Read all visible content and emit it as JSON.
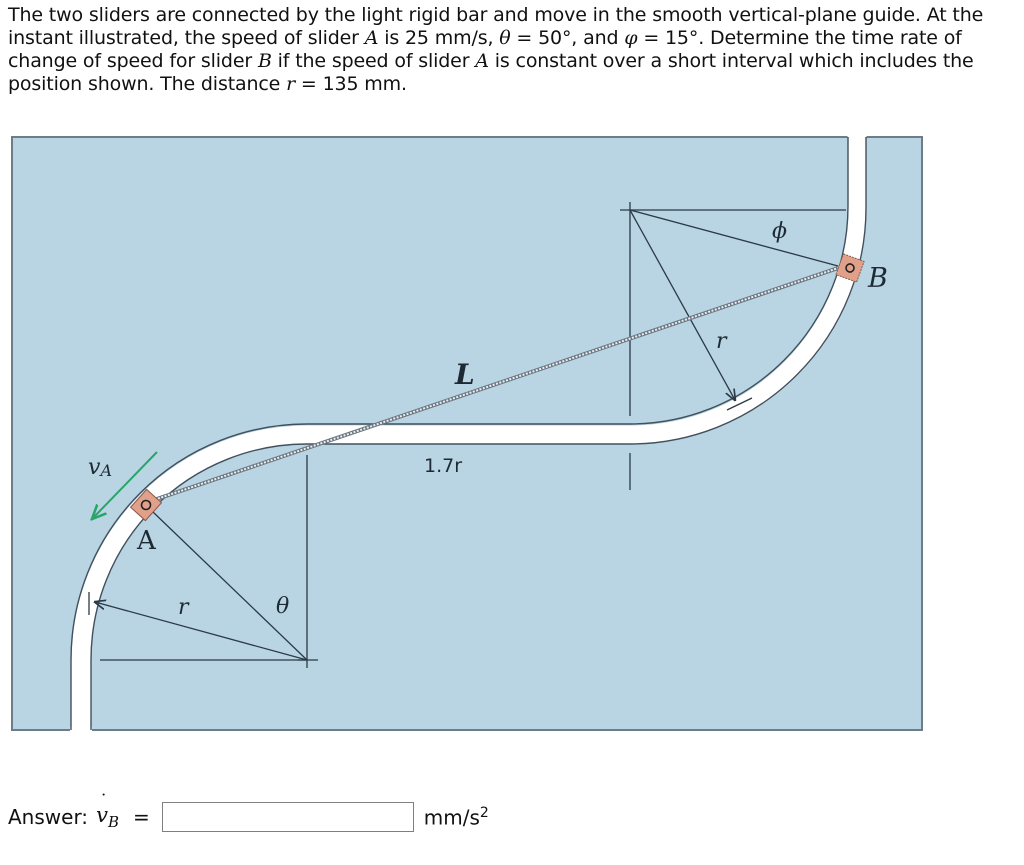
{
  "problem": {
    "text_part1": "The two sliders are connected by the light rigid bar and move in the smooth vertical-plane guide. At the instant illustrated, the speed of slider ",
    "slider_a": "A",
    "text_part2": " is 25 mm/s, ",
    "theta_symbol": "θ",
    "text_part3": " = 50°, and ",
    "phi_symbol": "φ",
    "text_part4": " = 15°. Determine the time rate of change of speed for slider ",
    "slider_b": "B",
    "text_part5": " if the speed of slider ",
    "slider_a2": "A",
    "text_part6": " is constant over a short interval which includes the position shown. The distance ",
    "r_symbol": "r",
    "text_part7": " = 135 mm.",
    "given": {
      "speed_A": "25 mm/s",
      "theta": "50°",
      "phi": "15°",
      "r": "135 mm"
    }
  },
  "diagram": {
    "background_color": "#b9d4e3",
    "guide_color": "#ffffff",
    "slider_color": "#e0a08a",
    "velocity_arrow_color": "#2aa56a",
    "labels": {
      "v_a": "v",
      "v_a_sub": "A",
      "slider_a": "A",
      "slider_b": "B",
      "bar_length": "L",
      "horizontal_distance": "1.7r",
      "radius_lower": "r",
      "radius_upper": "r",
      "theta": "θ",
      "phi": "ϕ"
    }
  },
  "answer": {
    "label": "Answer:",
    "variable": "v",
    "variable_dot": "˙",
    "variable_sub": "B",
    "equals": "=",
    "input_value": "",
    "unit": "mm/s",
    "unit_exp": "2"
  }
}
